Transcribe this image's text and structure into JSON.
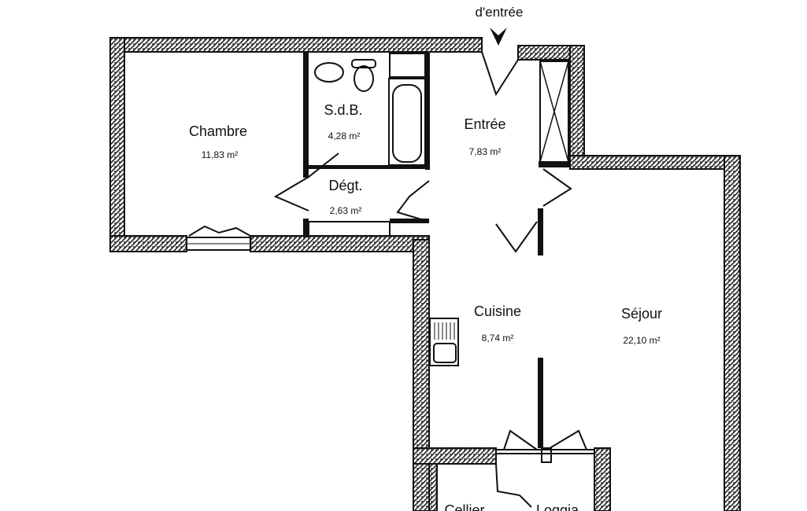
{
  "entrance_label": "d'entrée",
  "rooms": {
    "chambre": {
      "name": "Chambre",
      "area": "11,83 m²"
    },
    "sdb": {
      "name": "S.d.B.",
      "area": "4,28 m²"
    },
    "entree": {
      "name": "Entrée",
      "area": "7,83 m²"
    },
    "degt": {
      "name": "Dégt.",
      "area": "2,63 m²"
    },
    "cuisine": {
      "name": "Cuisine",
      "area": "8,74 m²"
    },
    "sejour": {
      "name": "Séjour",
      "area": "22,10 m²"
    },
    "cellier": {
      "name": "Cellier"
    },
    "loggia": {
      "name": "Loggia"
    }
  }
}
